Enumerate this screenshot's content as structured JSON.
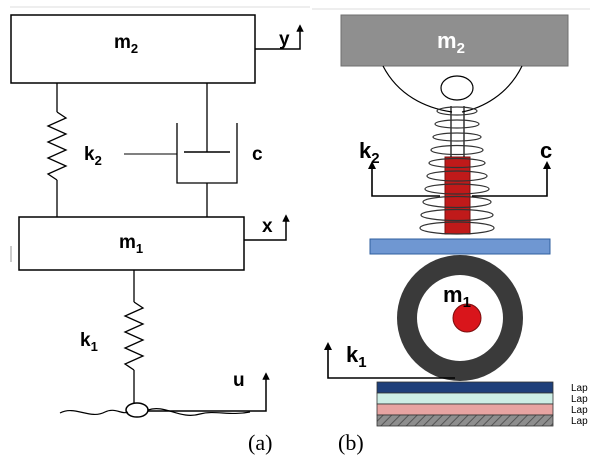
{
  "panel_a": {
    "mass_top": "m",
    "mass_top_sub": "2",
    "mass_bottom": "m",
    "mass_bottom_sub": "1",
    "spring_top": "k",
    "spring_top_sub": "2",
    "spring_bottom": "k",
    "spring_bottom_sub": "1",
    "damper": "c",
    "disp_top": "y",
    "disp_mid": "x",
    "disp_input": "u",
    "caption": "(a)"
  },
  "panel_b": {
    "mass_top": "m",
    "mass_top_sub": "2",
    "mass_wheel": "m",
    "mass_wheel_sub": "1",
    "spring": "k",
    "spring_sub": "2",
    "damper": "c",
    "tire": "k",
    "tire_sub": "1",
    "caption": "(b)",
    "layers": [
      {
        "label": "Lap",
        "color": "#1f3f7a"
      },
      {
        "label": "Lap",
        "color": "#cdeee6"
      },
      {
        "label": "Lap",
        "color": "#e7a4a2"
      },
      {
        "label": "Lap",
        "color": "#8e8e8e"
      }
    ],
    "colors": {
      "mass_fill": "#8f8f8f",
      "plate_fill": "#6f97d2",
      "tire_fill": "#3a3a3a",
      "damper_fill": "#c01a1a"
    }
  }
}
